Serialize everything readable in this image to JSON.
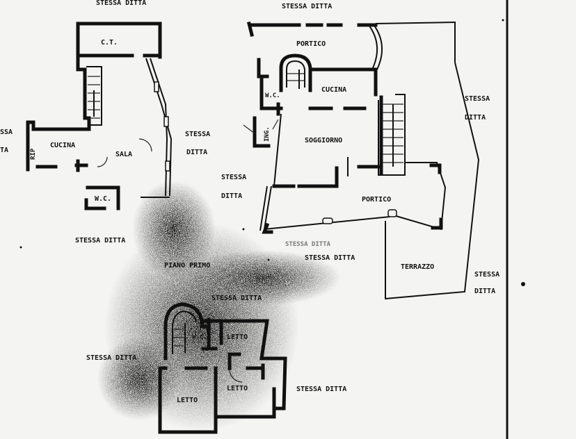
{
  "labels": {
    "top_left_neighbor": "STESSA DITTA",
    "top_right_neighbor": "STESSA DITTA",
    "left_edge_a": "SSA",
    "left_edge_b": "TA",
    "ct": "C.T.",
    "ripostiglio": "RIP",
    "cucina_1": "CUCINA",
    "sala": "SALA",
    "wc_1": "W.C.",
    "mid_neighbor_1": "STESSA",
    "mid_neighbor_1b": "DITTA",
    "bottom_left_neighbor": "STESSA DITTA",
    "portico_top": "PORTICO",
    "wc_2": "W.C.",
    "cucina_2": "CUCINA",
    "ingresso": "ING.",
    "soggiorno": "SOGGIORNO",
    "mid_neighbor_2": "STESSA",
    "mid_neighbor_2b": "DITTA",
    "right_neighbor": "STESSA",
    "right_neighbor_b": "DITTA",
    "portico_bottom": "PORTICO",
    "center_neighbor_faded": "STESSA DITTA",
    "center_neighbor": "STESSA DITTA",
    "terrazzo": "TERRAZZO",
    "terrazzo_neighbor": "STESSA",
    "terrazzo_neighbor_b": "DITTA",
    "piano_primo": "PIANO PRIMO",
    "upper_neighbor": "STESSA DITTA",
    "wc_3": "W.C.",
    "letto_1": "LETTO",
    "left_neighbor_2": "STESSA DITTA",
    "letto_2": "LETTO",
    "letto_3": "LETTO",
    "right_neighbor_2": "STESSA DITTA"
  }
}
